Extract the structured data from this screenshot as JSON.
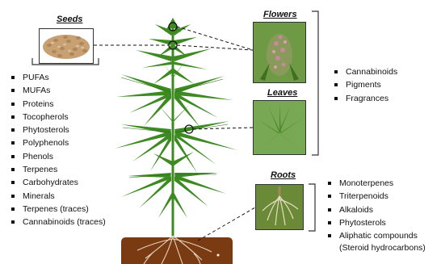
{
  "seeds": {
    "title": "Seeds",
    "items": [
      "PUFAs",
      "MUFAs",
      "Proteins",
      "Tocopherols",
      "Phytosterols",
      "Polyphenols",
      "Phenols",
      "Terpenes",
      "Carbohydrates",
      "Minerals",
      "Terpenes (traces)",
      "Cannabinoids (traces)"
    ]
  },
  "flowers": {
    "title": "Flowers"
  },
  "leaves": {
    "title": "Leaves"
  },
  "flowers_leaves_items": [
    "Cannabinoids",
    "Pigments",
    "Fragrances"
  ],
  "roots": {
    "title": "Roots",
    "items": [
      "Monoterpenes",
      "Triterpenoids",
      "Alkaloids",
      "Phytosterols",
      "Aliphatic compounds",
      "(Steroid hydrocarbons)"
    ]
  },
  "colors": {
    "plant": "#3d8a22",
    "plant_dark": "#2b6a16",
    "soil": "#7a3b12",
    "seed": "#c7a173",
    "bracket": "#333333"
  }
}
